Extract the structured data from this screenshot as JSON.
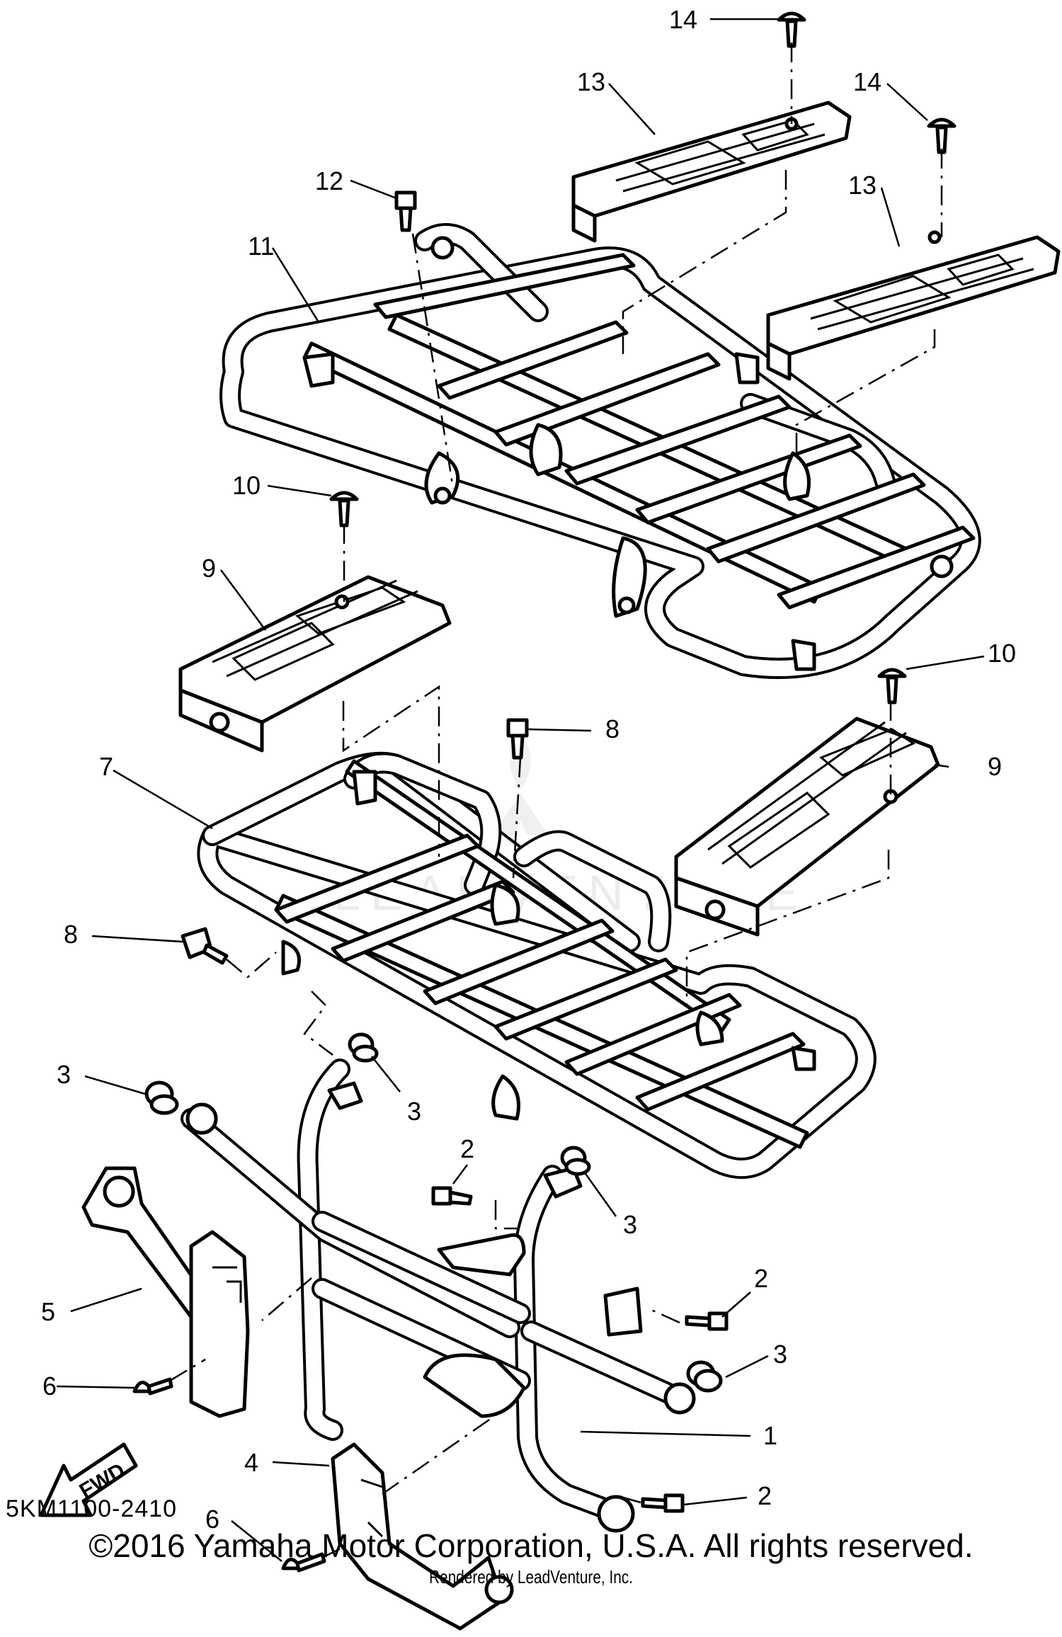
{
  "diagram": {
    "code": "5KM1100-2410",
    "copyright": "©2016 Yamaha Motor Corporation, U.S.A. All rights reserved.",
    "rendered_by": "Rendered by LeadVenture, Inc.",
    "watermark": "LEADVENTURE",
    "direction_label": "FWD"
  },
  "callouts": [
    {
      "number": "14"
    },
    {
      "number": "13"
    },
    {
      "number": "14"
    },
    {
      "number": "12"
    },
    {
      "number": "13"
    },
    {
      "number": "11"
    },
    {
      "number": "10"
    },
    {
      "number": "9"
    },
    {
      "number": "10"
    },
    {
      "number": "8"
    },
    {
      "number": "9"
    },
    {
      "number": "7"
    },
    {
      "number": "8"
    },
    {
      "number": "3"
    },
    {
      "number": "3"
    },
    {
      "number": "2"
    },
    {
      "number": "3"
    },
    {
      "number": "5"
    },
    {
      "number": "2"
    },
    {
      "number": "3"
    },
    {
      "number": "6"
    },
    {
      "number": "1"
    },
    {
      "number": "4"
    },
    {
      "number": "2"
    },
    {
      "number": "6"
    }
  ]
}
